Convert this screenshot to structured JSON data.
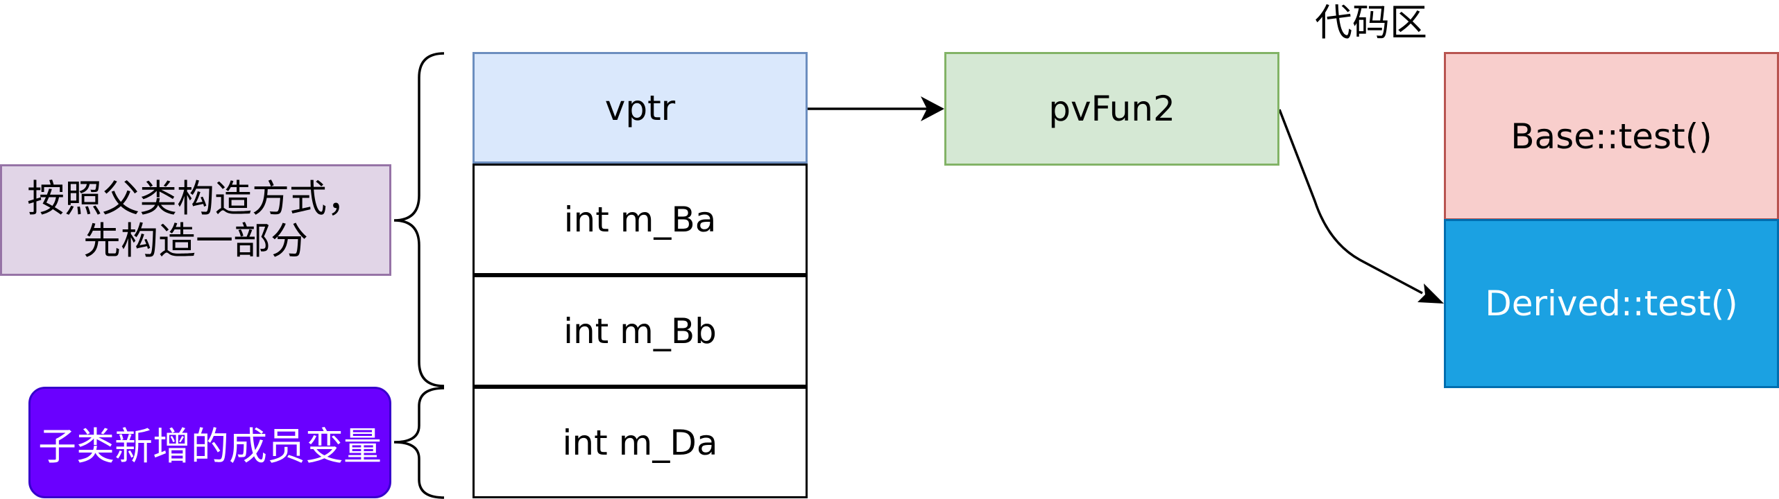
{
  "object_layout": {
    "cells": [
      {
        "id": "vptr",
        "label": "vptr"
      },
      {
        "id": "ba",
        "label": "int m_Ba"
      },
      {
        "id": "bb",
        "label": "int m_Bb"
      },
      {
        "id": "da",
        "label": "int m_Da"
      }
    ]
  },
  "vtable": {
    "entry_label": "pvFun2"
  },
  "code_area": {
    "title": "代码区",
    "base_function": "Base::test()",
    "derived_function": "Derived::test()"
  },
  "notes": {
    "parent_line1": "按照父类构造方式，",
    "parent_line2": "先构造一部分",
    "child": "子类新增的成员变量"
  },
  "colors": {
    "vptr_fill": "#dae8fc",
    "vptr_stroke": "#6c8ebf",
    "vtable_fill": "#d5e8d4",
    "vtable_stroke": "#82b366",
    "base_fill": "#f8cecc",
    "base_stroke": "#b85450",
    "derived_fill": "#1ba1e2",
    "derived_stroke": "#006eaf",
    "parent_note_fill": "#e1d5e7",
    "parent_note_stroke": "#9673a6",
    "child_note_fill": "#6a00ff",
    "child_note_stroke": "#3700cc"
  }
}
